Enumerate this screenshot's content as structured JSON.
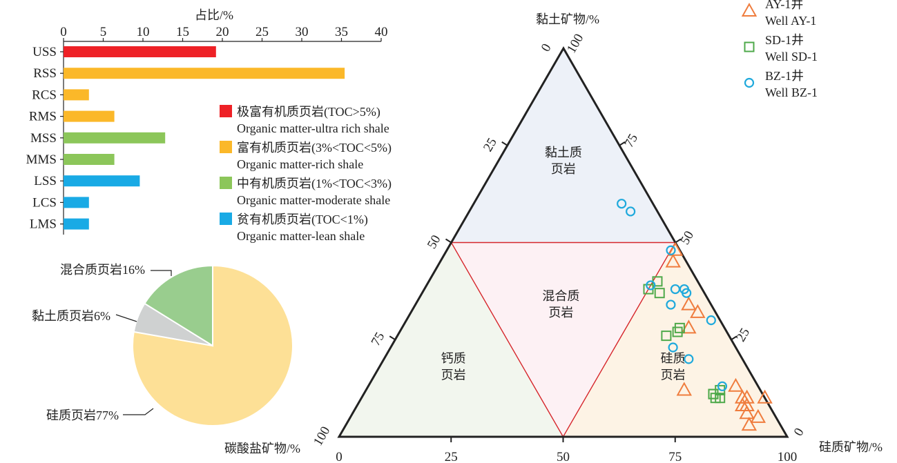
{
  "colors": {
    "ultra": "#ee2126",
    "rich": "#fbb829",
    "moderate": "#8cc65a",
    "lean": "#19aae5",
    "pie_silic": "#fde096",
    "pie_clay": "#cfd1d1",
    "pie_mixed": "#99cd8e",
    "triangle_red": "#d6262b",
    "marker_ay": "#ef7c3d",
    "marker_sd": "#4ea94a",
    "marker_bz": "#1fa9dc",
    "fill_clay": "#edf1f8",
    "fill_mixed": "#fdf1f4",
    "fill_calc": "#f2f6ee",
    "fill_silic": "#fdf3e5"
  },
  "chart_data": [
    {
      "type": "bar",
      "orientation": "horizontal",
      "xlabel": "占比/%",
      "xlim": [
        0,
        40
      ],
      "xticks": [
        0,
        5,
        10,
        15,
        20,
        25,
        30,
        35,
        40
      ],
      "categories": [
        "USS",
        "RSS",
        "RCS",
        "RMS",
        "MSS",
        "MMS",
        "LSS",
        "LCS",
        "LMS"
      ],
      "values": [
        19.2,
        35.4,
        3.2,
        6.4,
        12.8,
        6.4,
        9.6,
        3.2,
        3.2
      ],
      "groups": [
        "ultra",
        "rich",
        "rich",
        "rich",
        "moderate",
        "moderate",
        "lean",
        "lean",
        "lean"
      ],
      "legend": [
        {
          "key": "ultra",
          "cn": "极富有机质页岩(TOC>5%)",
          "en": "Organic matter-ultra rich shale"
        },
        {
          "key": "rich",
          "cn": "富有机质页岩(3%<TOC<5%)",
          "en": "Organic matter-rich shale"
        },
        {
          "key": "moderate",
          "cn": "中有机质页岩(1%<TOC<3%)",
          "en": "Organic matter-moderate shale"
        },
        {
          "key": "lean",
          "cn": "贫有机质页岩(TOC<1%)",
          "en": "Organic matter-lean shale"
        }
      ]
    },
    {
      "type": "pie",
      "slices": [
        {
          "label": "硅质页岩77%",
          "value": 77,
          "color": "pie_silic"
        },
        {
          "label": "黏土质页岩6%",
          "value": 6,
          "color": "pie_clay"
        },
        {
          "label": "混合质页岩16%",
          "value": 16,
          "color": "pie_mixed"
        }
      ]
    },
    {
      "type": "scatter",
      "subtype": "ternary",
      "axes": {
        "top": "黏土矿物/%",
        "left": "碳酸盐矿物/%",
        "right": "硅质矿物/%"
      },
      "base_ticks": [
        "0",
        "25",
        "50",
        "75",
        "100"
      ],
      "left_ticks": [
        "100",
        "75",
        "50",
        "25",
        "0"
      ],
      "right_ticks": [
        "0",
        "25",
        "50",
        "75",
        "100"
      ],
      "regions": [
        "黏土质\n页岩",
        "混合质\n页岩",
        "钙质\n页岩",
        "硅质\n页岩"
      ],
      "legend": [
        {
          "key": "AY",
          "cn": "AY-1井",
          "en": "Well AY-1"
        },
        {
          "key": "SD",
          "cn": "SD-1井",
          "en": "Well SD-1"
        },
        {
          "key": "BZ",
          "cn": "BZ-1井",
          "en": "Well BZ-1"
        }
      ],
      "series": [
        {
          "name": "AY-1井",
          "marker": "triangle",
          "points": [
            [
              45,
              52,
              3
            ],
            [
              48,
              51,
              1
            ],
            [
              34,
              61,
              5
            ],
            [
              32,
              64,
              4
            ],
            [
              28,
              64,
              8
            ],
            [
              12,
              71,
              17
            ],
            [
              8,
              86,
              6
            ],
            [
              13,
              82,
              5
            ],
            [
              10,
              85,
              5
            ],
            [
              10,
              86,
              4
            ],
            [
              10,
              90,
              0
            ],
            [
              6,
              88,
              6
            ],
            [
              8,
              87,
              5
            ],
            [
              5,
              91,
              4
            ],
            [
              3,
              90,
              7
            ]
          ]
        },
        {
          "name": "SD-1井",
          "marker": "square",
          "points": [
            [
              38,
              50,
              12
            ],
            [
              40,
              51,
              9
            ],
            [
              37,
              53,
              10
            ],
            [
              26,
              60,
              14
            ],
            [
              27,
              62,
              11
            ],
            [
              28,
              62,
              10
            ],
            [
              11,
              78,
              11
            ],
            [
              12,
              79,
              9
            ],
            [
              10,
              80,
              10
            ],
            [
              11,
              78,
              11
            ],
            [
              10,
              79,
              11
            ]
          ]
        },
        {
          "name": "BZ-1井",
          "marker": "circle",
          "points": [
            [
              60,
              33,
              7
            ],
            [
              58,
              36,
              6
            ],
            [
              48,
              50,
              2
            ],
            [
              39,
              50,
              11
            ],
            [
              38,
              58,
              4
            ],
            [
              34,
              57,
              9
            ],
            [
              38,
              56,
              6
            ],
            [
              37,
              59,
              4
            ],
            [
              30,
              68,
              2
            ],
            [
              23,
              63,
              14
            ],
            [
              20,
              68,
              12
            ],
            [
              13,
              79,
              8
            ]
          ]
        }
      ]
    }
  ]
}
